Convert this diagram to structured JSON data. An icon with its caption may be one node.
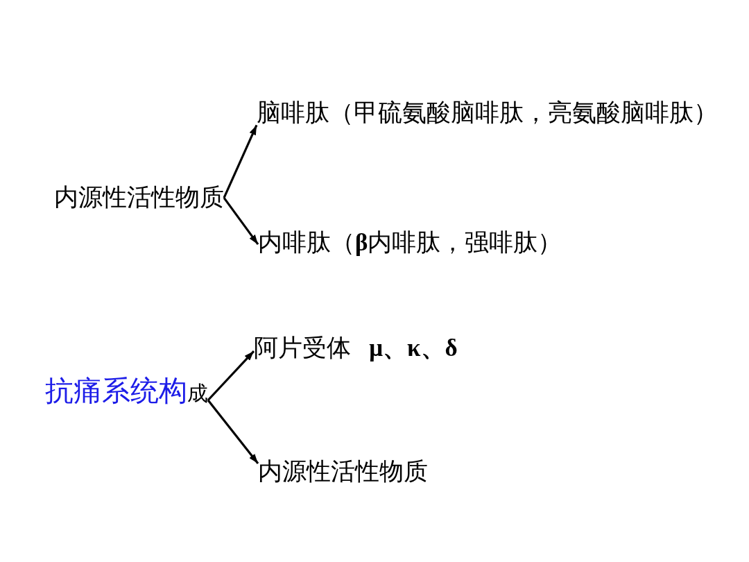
{
  "diagram": {
    "nodes": [
      {
        "text": [
          "内源性活性物质"
        ]
      },
      {
        "text": [
          "脑啡肽（甲硫氨酸脑啡肽，亮氨酸脑啡肽）"
        ]
      },
      {
        "text": [
          "内啡肽（**β**内啡肽，强啡肽）"
        ]
      },
      {
        "text": [
          "抗痛系统构",
          "成"
        ]
      },
      {
        "text": [
          "阿片受体 **μ、κ、δ**"
        ]
      },
      {
        "text": [
          "内源性活性物质"
        ]
      }
    ],
    "edges": [
      {
        "from": 0,
        "to": 1,
        "arrow": "to"
      },
      {
        "from": 0,
        "to": 2,
        "arrow": "to"
      },
      {
        "from": 3,
        "to": 4,
        "arrow": "to"
      },
      {
        "from": 3,
        "to": 5,
        "arrow": "to"
      }
    ]
  }
}
